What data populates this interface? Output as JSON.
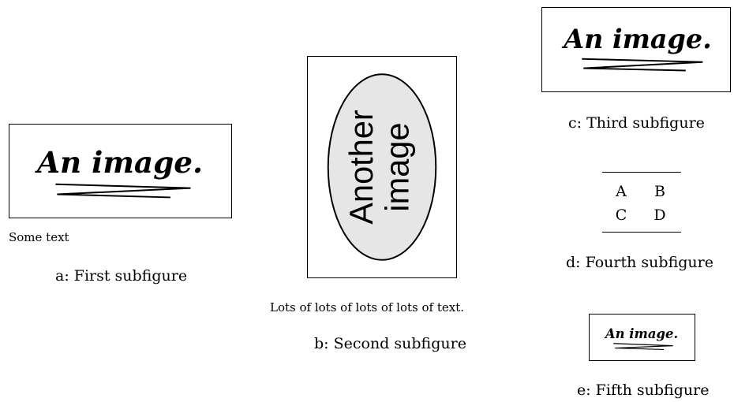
{
  "images": {
    "first": "An image.",
    "second_line1": "Another",
    "second_line2": "image",
    "third": "An image.",
    "fifth": "An image."
  },
  "notes": {
    "first": "Some text",
    "second": "Lots of lots of lots of lots of text."
  },
  "captions": {
    "a": "a: First subfigure",
    "b": "b: Second subfigure",
    "c": "c: Third subfigure",
    "d": "d: Fourth subfigure",
    "e": "e: Fifth subfigure"
  },
  "table": {
    "rows": [
      [
        "A",
        "B"
      ],
      [
        "C",
        "D"
      ]
    ]
  },
  "colors": {
    "ellipse_fill": "#e6e6e6"
  }
}
